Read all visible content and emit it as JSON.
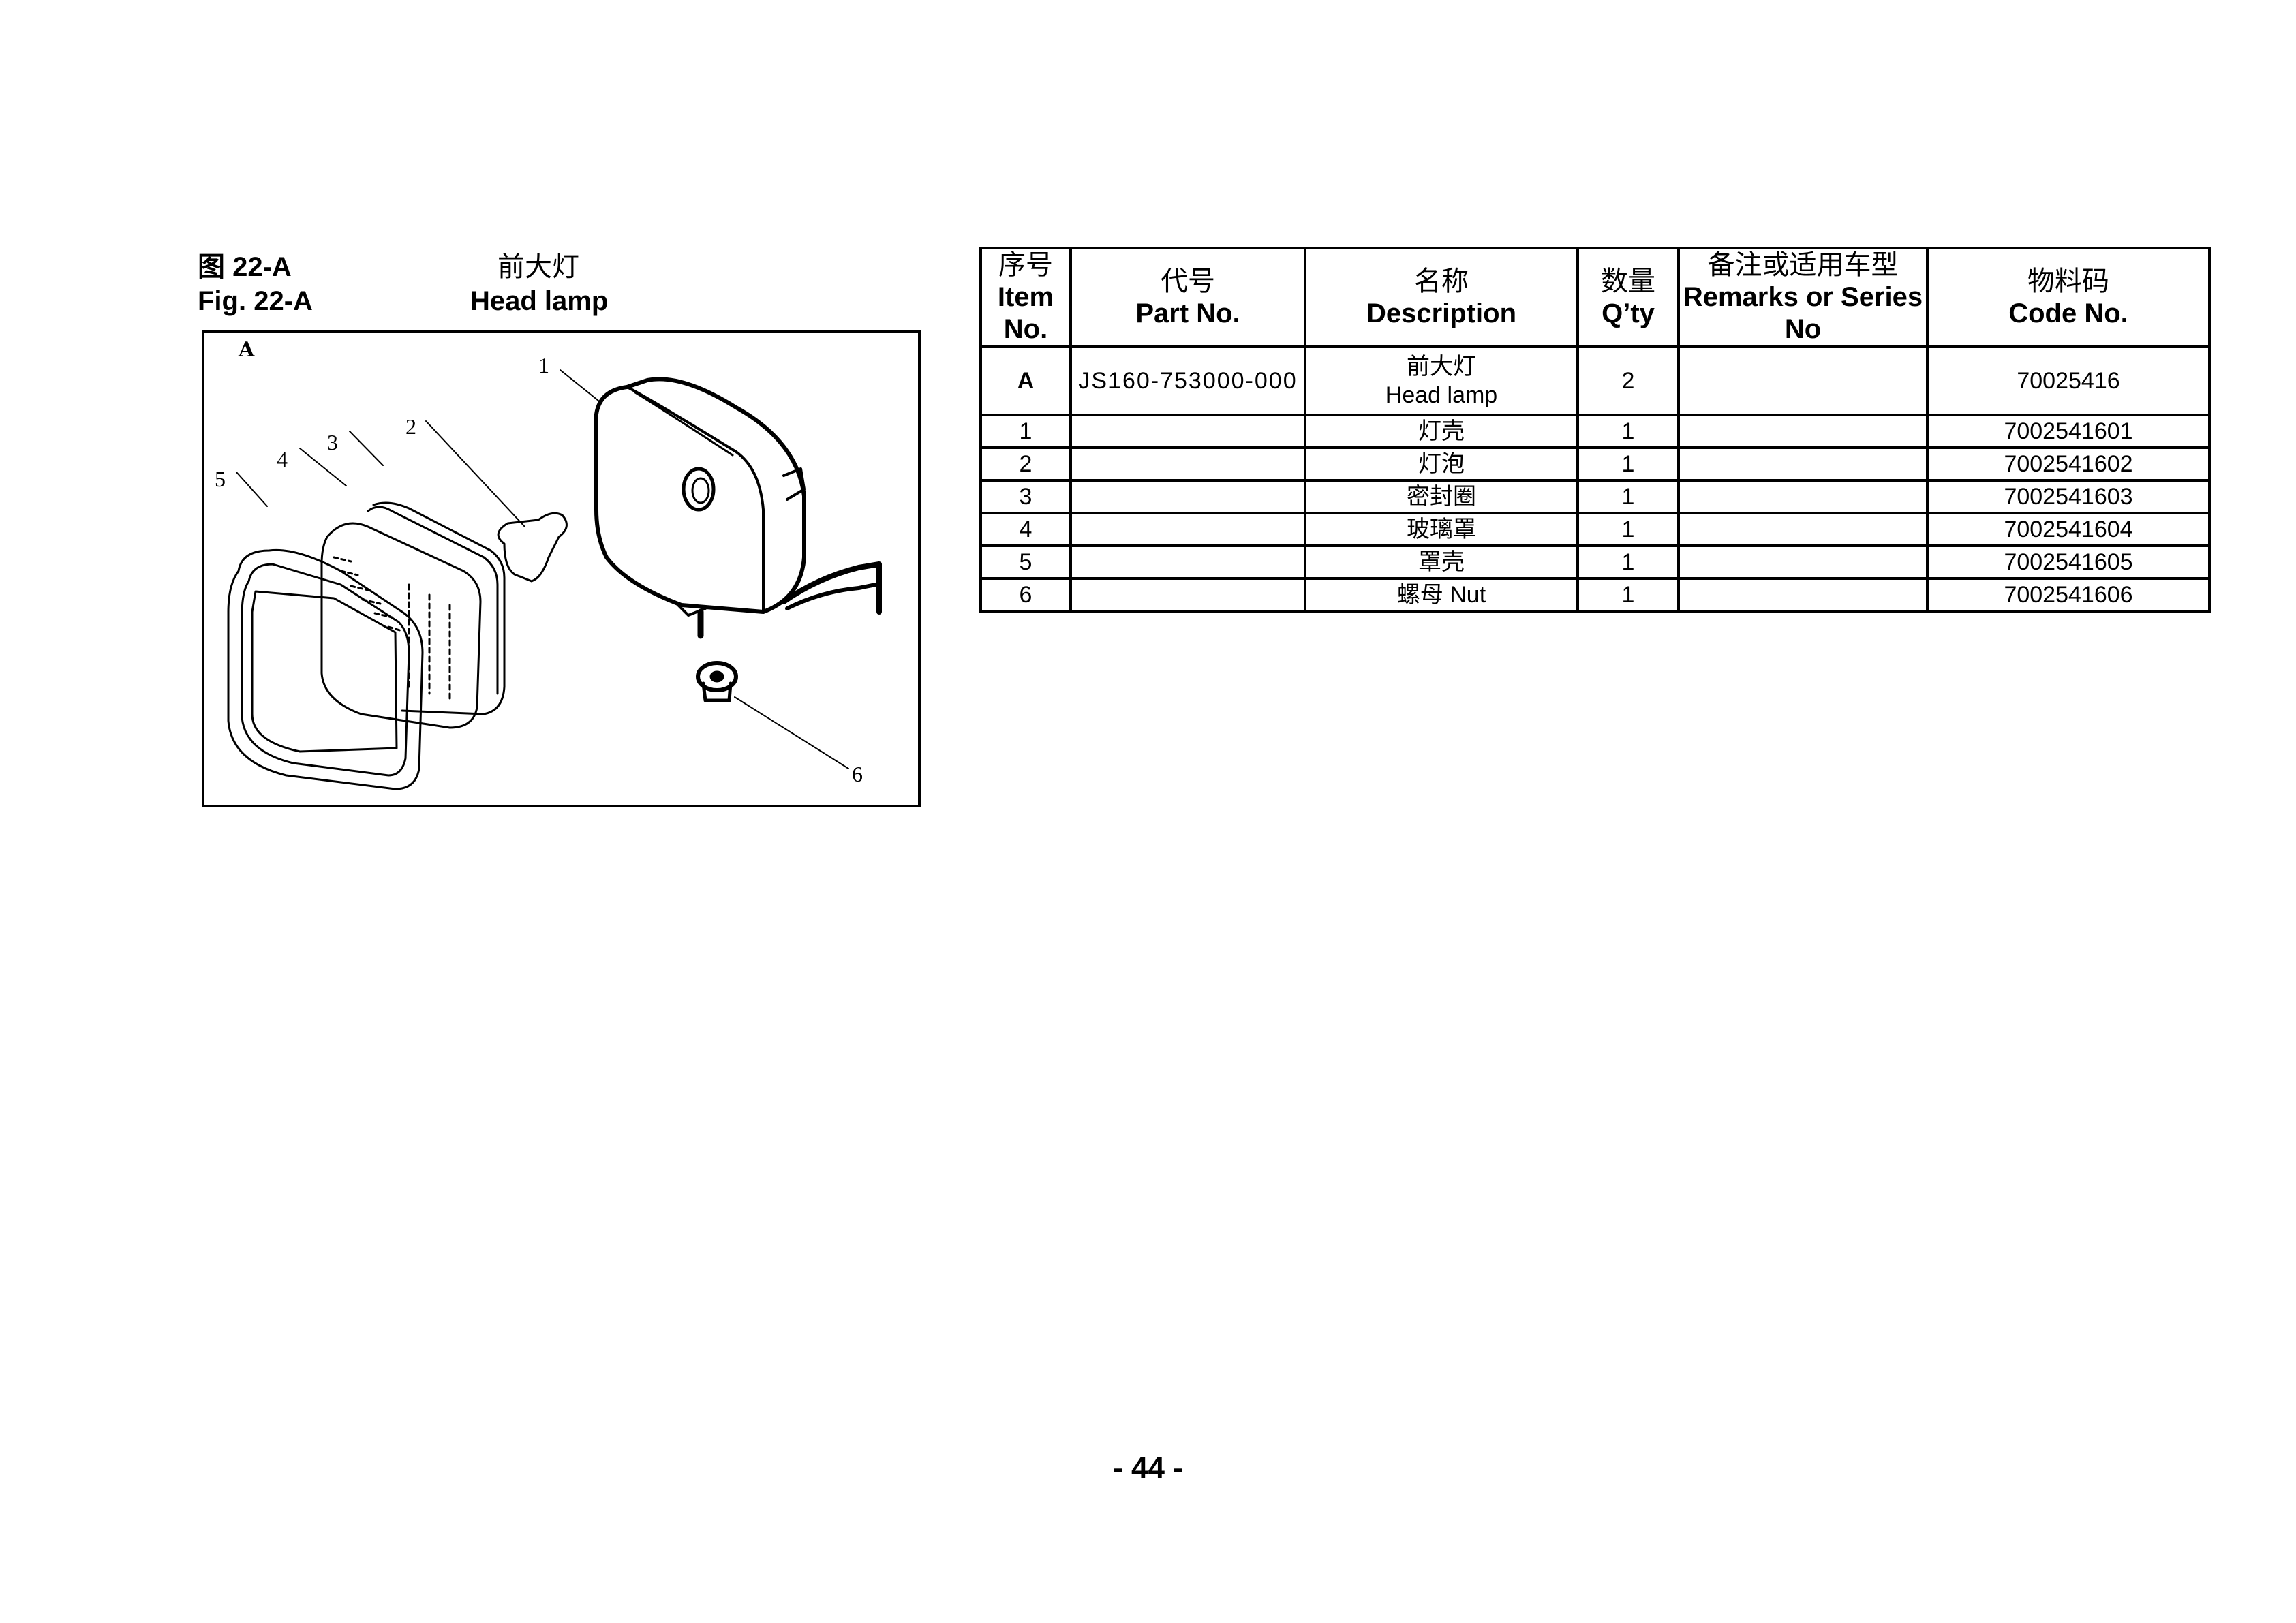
{
  "figure": {
    "label_cn": "图 22-A",
    "label_en": "Fig. 22-A",
    "name_cn": "前大灯",
    "name_en": "Head lamp",
    "diagram_letter": "A",
    "callouts": [
      "1",
      "2",
      "3",
      "4",
      "5",
      "6"
    ]
  },
  "table": {
    "headers": [
      {
        "cn": "序号",
        "en": "Item No."
      },
      {
        "cn": "代号",
        "en": "Part No."
      },
      {
        "cn": "名称",
        "en": "Description"
      },
      {
        "cn": "数量",
        "en": "Q’ty"
      },
      {
        "cn": "备注或适用车型",
        "en": "Remarks or Series No"
      },
      {
        "cn": "物料码",
        "en": "Code No."
      }
    ],
    "assembly": {
      "item": "A",
      "part_no": "JS160-753000-000",
      "desc_cn": "前大灯",
      "desc_en": "Head lamp",
      "qty": "2",
      "remarks": "",
      "code": "70025416"
    },
    "rows": [
      {
        "item": "1",
        "part_no": "",
        "desc": "灯壳",
        "qty": "1",
        "remarks": "",
        "code": "7002541601"
      },
      {
        "item": "2",
        "part_no": "",
        "desc": "灯泡",
        "qty": "1",
        "remarks": "",
        "code": "7002541602"
      },
      {
        "item": "3",
        "part_no": "",
        "desc": "密封圈",
        "qty": "1",
        "remarks": "",
        "code": "7002541603"
      },
      {
        "item": "4",
        "part_no": "",
        "desc": "玻璃罩",
        "qty": "1",
        "remarks": "",
        "code": "7002541604"
      },
      {
        "item": "5",
        "part_no": "",
        "desc": "罩壳",
        "qty": "1",
        "remarks": "",
        "code": "7002541605"
      },
      {
        "item": "6",
        "part_no": "",
        "desc": "螺母 Nut",
        "qty": "1",
        "remarks": "",
        "code": "7002541606"
      }
    ]
  },
  "page": {
    "number": "- 44 -"
  }
}
